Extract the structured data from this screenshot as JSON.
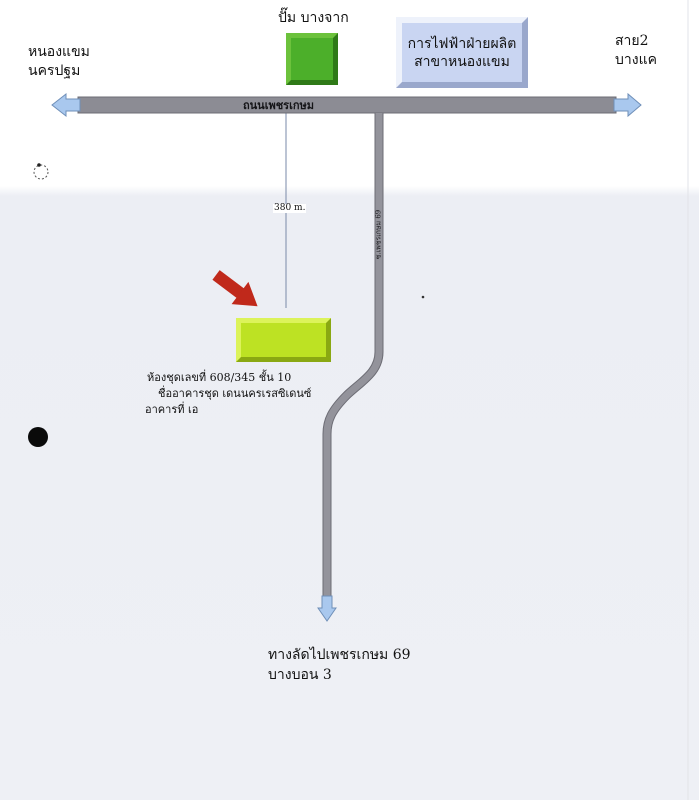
{
  "labels": {
    "pump": "ปั๊ม บางจาก",
    "egat_line1": "การไฟฟ้าฝ่ายผลิต",
    "egat_line2": "สาขาหนองแขม",
    "west_line1": "หนองแขม",
    "west_line2": "นครปฐม",
    "east_line1": "สาย2",
    "east_line2": "บางแค",
    "main_road": "ถนนเพชรเกษม",
    "soi_road": "ซ.เพชรเกษม 69",
    "distance": "380 m.",
    "unit_line1": "ห้องชุดเลขที่ 608/345 ชั้น 10",
    "unit_line2": "ชื่ออาคารชุด เดนนครเรสซิเดนซ์",
    "unit_line3": "อาคารที่ เอ",
    "south_line1": "ทางลัดไปเพชรเกษม 69",
    "south_line2": "บางบอน 3"
  },
  "colors": {
    "road": "#8c8c94",
    "road_edge": "#6c6c74",
    "direction_arrow": "#a9c8ee",
    "pump_marker": "#4caf2a",
    "egat_box": "#c9d5f2",
    "building_marker": "#bde223",
    "pointer_arrow": "#c0291b",
    "distance_line": "#7a8aa8"
  },
  "icons": {
    "pointer": "red-arrow-icon",
    "compass": "compass-mark-icon"
  }
}
